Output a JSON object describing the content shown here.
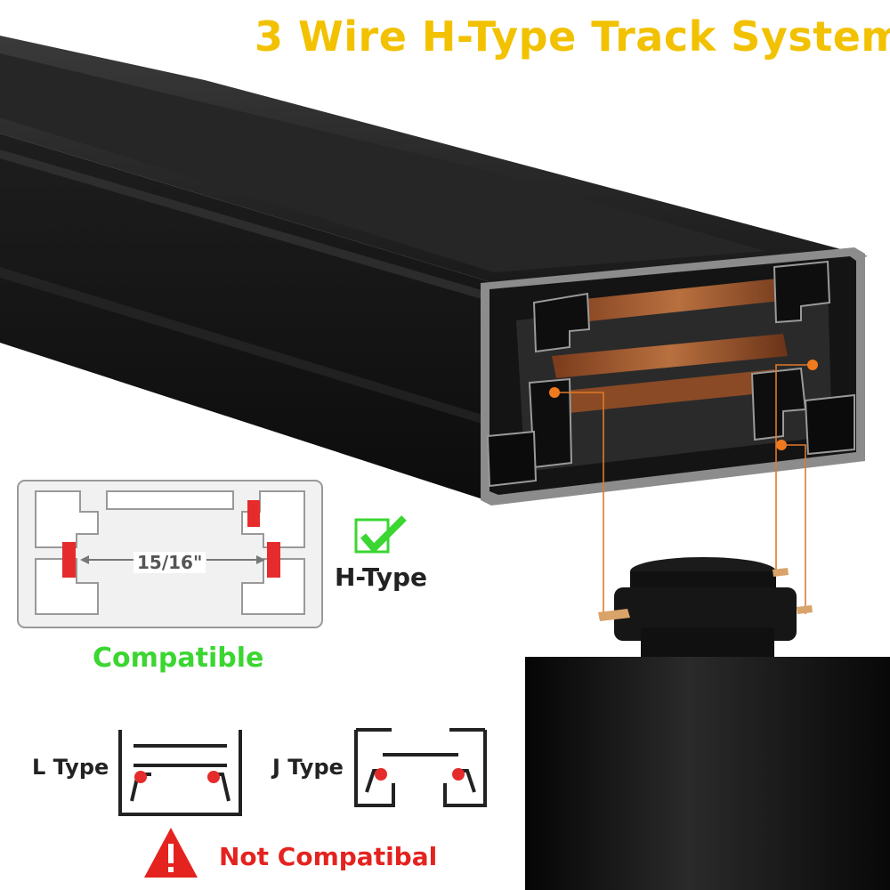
{
  "title": "3 Wire H-Type Track System",
  "compatible_diagram": {
    "dimension_label": "15/16\"",
    "type_label": "H-Type",
    "status_label": "Compatible",
    "check_icon": "check-icon",
    "status_color": "#3bd631"
  },
  "incompatible_diagram": {
    "l_type_label": "L Type",
    "j_type_label": "J Type",
    "status_label": "Not Compatibal",
    "warning_icon": "warning-icon",
    "status_color": "#e4231f"
  },
  "colors": {
    "title": "#f2c100",
    "track": "#151515",
    "contact": "#d8552a",
    "conductor": "#b06a3c"
  }
}
